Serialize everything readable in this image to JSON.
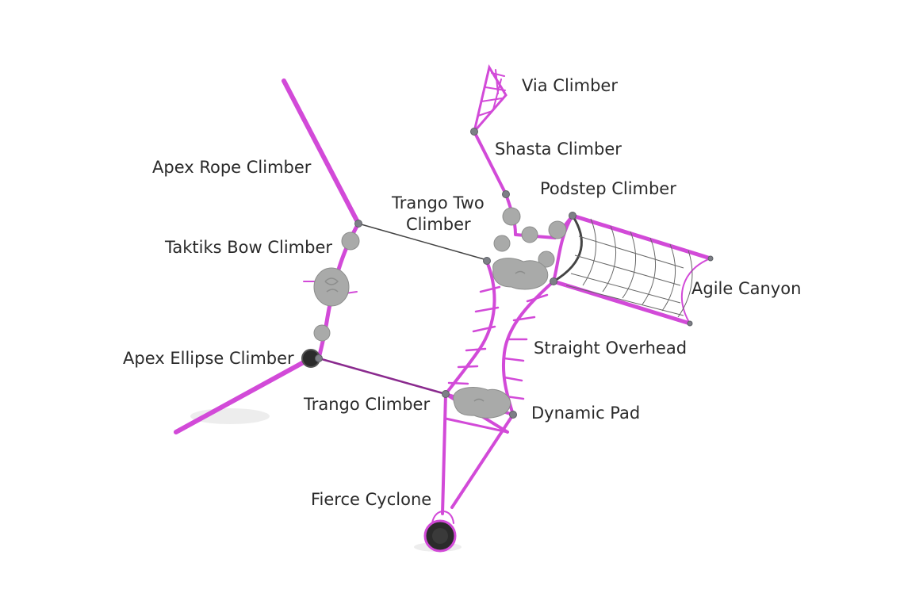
{
  "diagram": {
    "labels": {
      "via_climber": "Via Climber",
      "shasta_climber": "Shasta Climber",
      "podstep_climber": "Podstep Climber",
      "apex_rope_climber": "Apex Rope Climber",
      "trango_two_climber_line1": "Trango Two",
      "trango_two_climber_line2": "Climber",
      "taktiks_bow_climber": "Taktiks Bow Climber",
      "agile_canyon": "Agile Canyon",
      "straight_overhead": "Straight Overhead",
      "apex_ellipse_climber": "Apex Ellipse Climber",
      "trango_climber": "Trango Climber",
      "dynamic_pad": "Dynamic Pad",
      "fierce_cyclone": "Fierce Cyclone"
    },
    "colors": {
      "frame": "#d24ad8",
      "frame_dark": "#8a2a8e",
      "boulder": "#a9aaa9",
      "joint": "#7d7f86",
      "text": "#2a2a2a"
    }
  }
}
